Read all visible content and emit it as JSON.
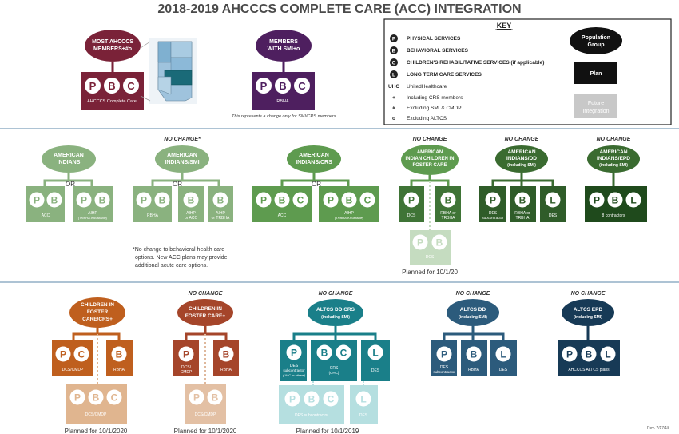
{
  "title": "2018-2019 AHCCCS COMPLETE CARE (ACC) INTEGRATION",
  "rev": "Rev. 7/17/18",
  "top": {
    "g1": {
      "line1": "MOST AHCCCS",
      "line2": "MEMBERS+#o",
      "plan": "AHCCCS Complete Care",
      "letters": [
        "P",
        "B",
        "C"
      ]
    },
    "g2": {
      "line1": "MEMBERS",
      "line2": "WITH SMI+o",
      "plan": "RBHA",
      "letters": [
        "P",
        "B",
        "C"
      ]
    },
    "note": "This represents a change only for SMI/CRS members."
  },
  "key": {
    "title": "KEY",
    "items": [
      {
        "sym": "P",
        "label": "PHYSICAL SERVICES"
      },
      {
        "sym": "B",
        "label": "BEHAVIORAL SERVICES"
      },
      {
        "sym": "C",
        "label": "CHILDREN'S REHABILITATIVE SERVICES (if applicable)"
      },
      {
        "sym": "L",
        "label": "LONG TERM CARE SERVICES"
      },
      {
        "sym": "UHC",
        "label": "UnitedHealthcare"
      },
      {
        "sym": "+",
        "label": "Including CRS members"
      },
      {
        "sym": "#",
        "label": "Excluding SMI & CMDP"
      },
      {
        "sym": "o",
        "label": "Excluding ALTCS"
      }
    ],
    "pop_group": [
      "Population",
      "Group"
    ],
    "plan": "Plan",
    "future": [
      "Future",
      "Integration"
    ]
  },
  "row2": {
    "nochange": "NO CHANGE",
    "nochange_star": "NO CHANGE*",
    "or": "OR",
    "g1": {
      "line1": "AMERICAN",
      "line2": "INDIANS",
      "plan1": "ACC",
      "plan2": "AIHP",
      "plan2sub": "(TRBHA if Available)"
    },
    "g2": {
      "line1": "AMERICAN",
      "line2": "INDIANS/SMI",
      "plan1": "RBHA",
      "plan2a": "AIHP",
      "plan2b": "or ACC",
      "plan3a": "AIHP",
      "plan3b": "or TRBHA"
    },
    "g3": {
      "line1": "AMERICAN",
      "line2": "INDIANS/CRS",
      "plan1": "ACC",
      "plan2": "AIHP",
      "plan2sub": "(TRBHA if Available)"
    },
    "g4": {
      "line1": "AMERICAN",
      "line2": "INDIAN CHILDREN IN",
      "line3": "FOSTER CARE",
      "plan1": "DCS",
      "plan2a": "RBHA or",
      "plan2b": "TRBHA",
      "future": "DCS",
      "planned": "Planned for 10/1/20"
    },
    "g5": {
      "line1": "AMERICAN",
      "line2": "INDIANS/DD",
      "line3": "(including SMI)",
      "plan1a": "DES",
      "plan1b": "subcontractor",
      "plan2a": "RBHA or",
      "plan2b": "TRBHA",
      "plan3": "DES"
    },
    "g6": {
      "line1": "AMERICAN",
      "line2": "INDIANS/EPD",
      "line3": "(including SMI)",
      "plan": "8 contractors"
    },
    "footnote": [
      "*No change to behavioral health care",
      "options. New ACC plans may provide",
      "additional acute care options."
    ]
  },
  "row3": {
    "g1": {
      "line1": "CHILDREN IN",
      "line2": "FOSTER",
      "line3": "CARE/CRS+",
      "plan1": "DCS/CMDP",
      "plan2": "RBHA",
      "future": "DCS/CMDP",
      "planned": "Planned for 10/1/2020"
    },
    "g2": {
      "nochange": "NO CHANGE",
      "line1": "CHILDREN IN",
      "line2": "FOSTER CARE+",
      "plan1a": "DCS/",
      "plan1b": "CMDP",
      "plan2": "RBHA",
      "future": "DCS/CMDP",
      "planned": "Planned for 10/1/2020"
    },
    "g3": {
      "nochange": "NO CHANGE",
      "line1": "ALTCS DD CRS",
      "line2": "(including SMI)",
      "plan1a": "DES",
      "plan1b": "subcontractor",
      "plan1c": "(UHC or others)",
      "plan2a": "CRS",
      "plan2b": "(UHC)",
      "plan3": "DES",
      "future1": "DES subcontractor",
      "future2": "DES",
      "planned": "Planned for 10/1/2019"
    },
    "g4": {
      "nochange": "NO CHANGE",
      "line1": "ALTCS DD",
      "line2": "(including SMI)",
      "plan1a": "DES",
      "plan1b": "subcontractor",
      "plan2": "RBHA",
      "plan3": "DES"
    },
    "g5": {
      "nochange": "NO CHANGE",
      "line1": "ALTCS EPD",
      "line2": "(including SMI)",
      "plan": "AHCCCS ALTCS plans"
    }
  },
  "colors": {
    "maroon": "#7a2238",
    "purple": "#4e1f5f",
    "lightgreen": "#8ab27f",
    "green": "#5e9b4f",
    "darkgreen": "#3a6b30",
    "orange": "#bf5f1e",
    "rust": "#a5452a",
    "teal": "#1a7f89",
    "blue": "#2c5b7c",
    "navy": "#173a56"
  }
}
